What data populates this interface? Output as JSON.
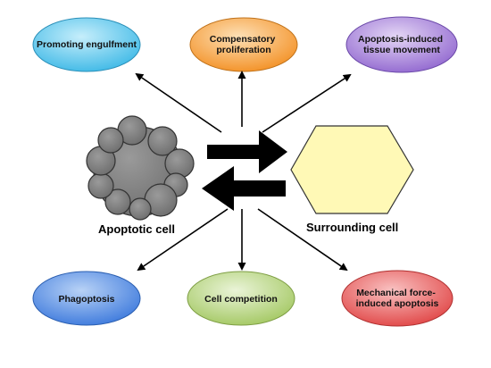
{
  "diagram": {
    "apoptotic_cell": {
      "label": "Apoptotic cell"
    },
    "surrounding_cell": {
      "label": "Surrounding cell"
    },
    "nodes": {
      "promoting_engulfment": {
        "lines": [
          "Promoting engulfment"
        ],
        "color": "#54c4ec"
      },
      "compensatory_proliferation": {
        "lines": [
          "Compensatory",
          "proliferation"
        ],
        "color": "#f7a13e"
      },
      "apoptosis_tissue_movement": {
        "lines": [
          "Apoptosis-induced",
          "tissue movement"
        ],
        "color": "#a47cd6"
      },
      "phagoptosis": {
        "lines": [
          "Phagoptosis"
        ],
        "color": "#4a86e2"
      },
      "cell_competition": {
        "lines": [
          "Cell competition"
        ],
        "color": "#b2d27a"
      },
      "mechanical_force_apoptosis": {
        "lines": [
          "Mechanical force-",
          "induced apoptosis"
        ],
        "color": "#ec5a5a"
      }
    },
    "colors": {
      "apoptotic_fill": "#7a7a7a",
      "surrounding_fill": "#fff9b6",
      "arrow": "#000000"
    }
  }
}
